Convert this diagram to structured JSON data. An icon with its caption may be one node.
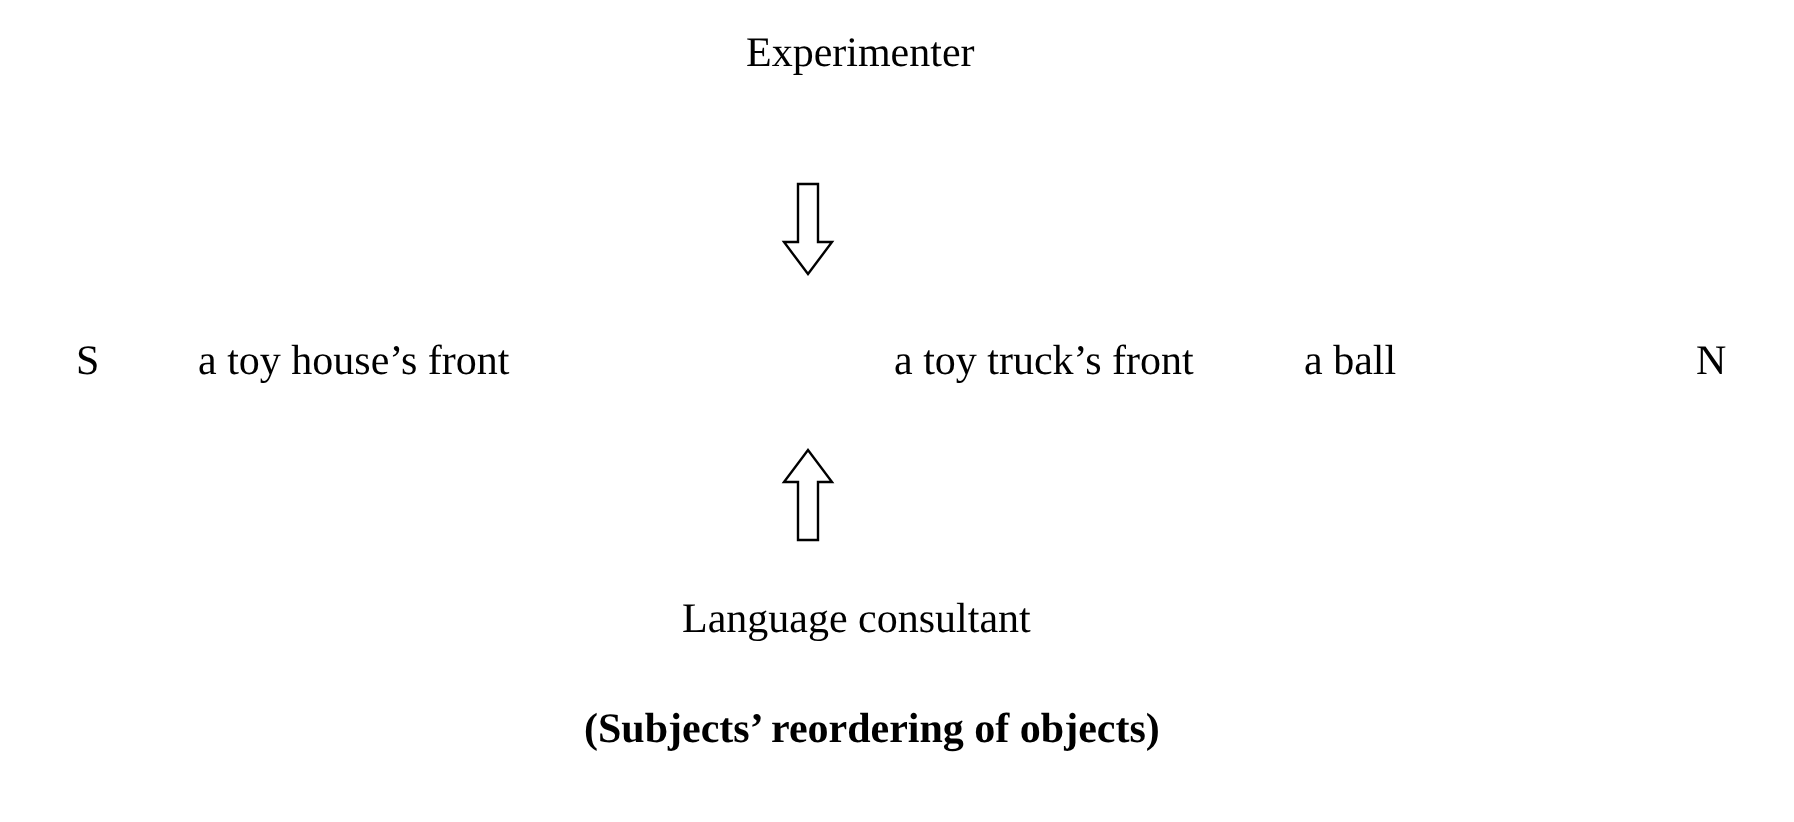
{
  "diagram": {
    "caption": "(Subjects’ reordering of objects)",
    "nodes": [
      {
        "text": [
          "Experimenter"
        ]
      },
      {
        "text": [
          "Language consultant"
        ]
      }
    ],
    "labels": [
      "S",
      "a toy house’s front",
      "a toy truck’s front",
      "a ball",
      "N"
    ]
  }
}
